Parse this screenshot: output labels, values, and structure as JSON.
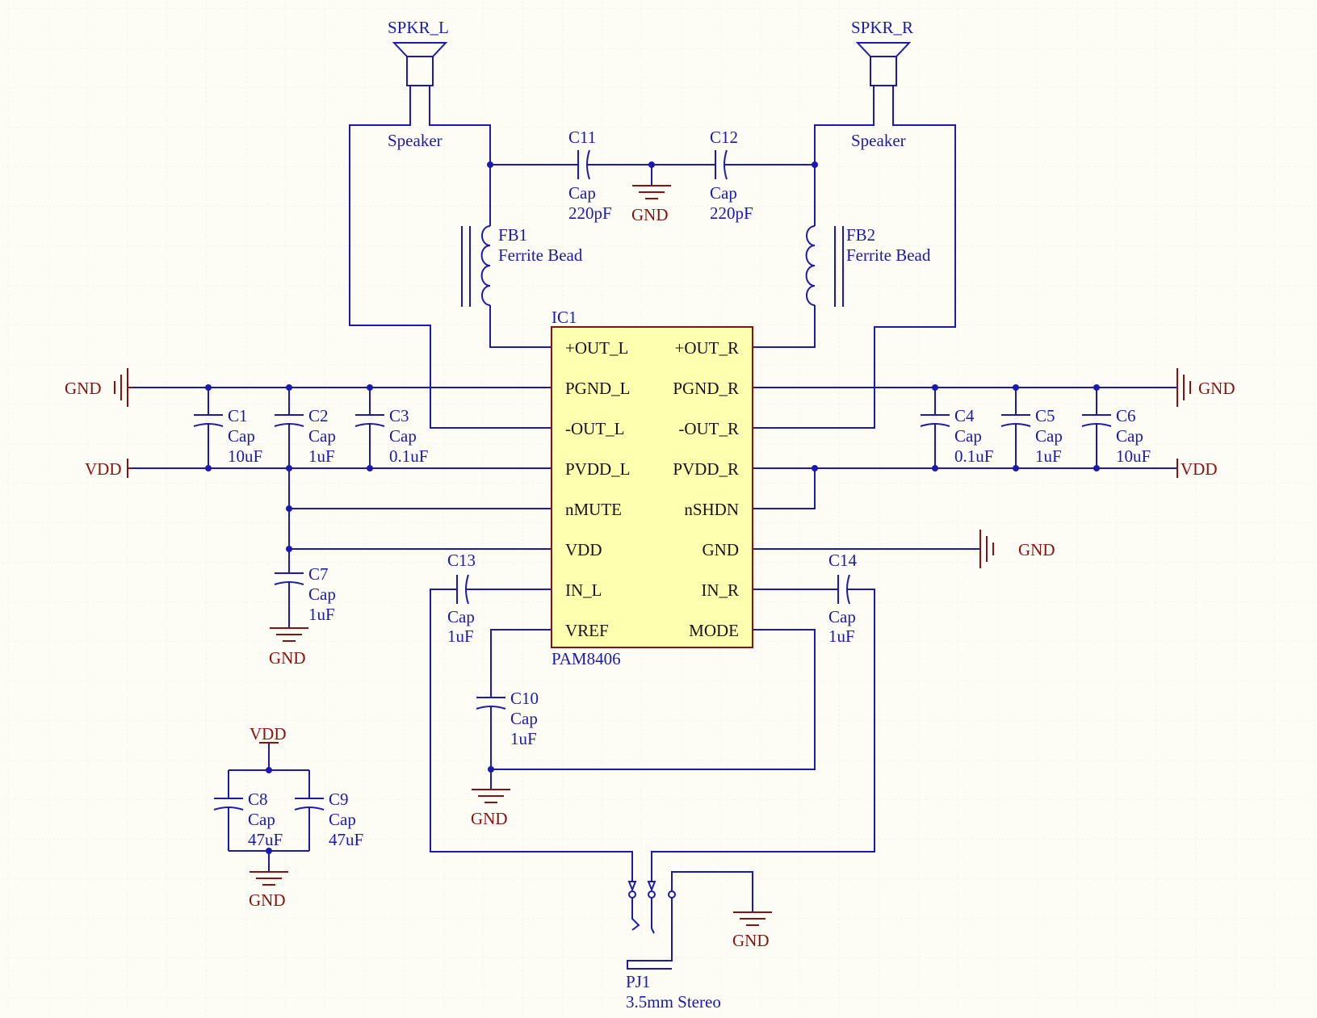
{
  "ic": {
    "designator": "IC1",
    "part": "PAM8406",
    "pins_left": [
      "+OUT_L",
      "PGND_L",
      "-OUT_L",
      "PVDD_L",
      "nMUTE",
      "VDD",
      "IN_L",
      "VREF"
    ],
    "pins_right": [
      "+OUT_R",
      "PGND_R",
      "-OUT_R",
      "PVDD_R",
      "nSHDN",
      "GND",
      "IN_R",
      "MODE"
    ]
  },
  "speakers": [
    {
      "designator": "SPKR_L",
      "label": "Speaker"
    },
    {
      "designator": "SPKR_R",
      "label": "Speaker"
    }
  ],
  "ferrite_beads": [
    {
      "designator": "FB1",
      "label": "Ferrite Bead"
    },
    {
      "designator": "FB2",
      "label": "Ferrite Bead"
    }
  ],
  "capacitors": {
    "C1": {
      "des": "C1",
      "type": "Cap",
      "value": "10uF"
    },
    "C2": {
      "des": "C2",
      "type": "Cap",
      "value": "1uF"
    },
    "C3": {
      "des": "C3",
      "type": "Cap",
      "value": "0.1uF"
    },
    "C4": {
      "des": "C4",
      "type": "Cap",
      "value": "0.1uF"
    },
    "C5": {
      "des": "C5",
      "type": "Cap",
      "value": "1uF"
    },
    "C6": {
      "des": "C6",
      "type": "Cap",
      "value": "10uF"
    },
    "C7": {
      "des": "C7",
      "type": "Cap",
      "value": "1uF"
    },
    "C8": {
      "des": "C8",
      "type": "Cap",
      "value": "47uF"
    },
    "C9": {
      "des": "C9",
      "type": "Cap",
      "value": "47uF"
    },
    "C10": {
      "des": "C10",
      "type": "Cap",
      "value": "1uF"
    },
    "C11": {
      "des": "C11",
      "type": "Cap",
      "value": "220pF"
    },
    "C12": {
      "des": "C12",
      "type": "Cap",
      "value": "220pF"
    },
    "C13": {
      "des": "C13",
      "type": "Cap",
      "value": "1uF"
    },
    "C14": {
      "des": "C14",
      "type": "Cap",
      "value": "1uF"
    }
  },
  "jack": {
    "designator": "PJ1",
    "label": "3.5mm Stereo"
  },
  "nets": {
    "gnd": "GND",
    "vdd": "VDD"
  },
  "colors": {
    "background": "#fdfcf5",
    "wire": "#1a1ab0",
    "power": "#8b1010",
    "chip_fill": "#ffffb0"
  }
}
